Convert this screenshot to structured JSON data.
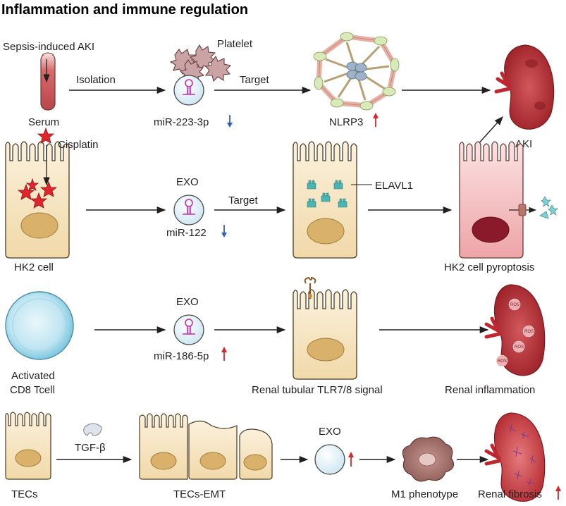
{
  "title": "Inflammation and immune regulation",
  "colors": {
    "cell_fill": "#f7e6c2",
    "cell_stroke": "#4a3a22",
    "nucleus": "#d9b16a",
    "kidney": "#b8282e",
    "exosome": "#d7ecf5",
    "hairpin": "#c22fb3",
    "down_arrow": "#2e5fbf",
    "up_arrow": "#d7262c",
    "pyroptosis_cell": "#f2b8ba",
    "elavl1": "#4bb5b2"
  },
  "row1": {
    "source_label": "Sepsis-induced AKI",
    "serum_label": "Serum",
    "step1_label": "Isolation",
    "platelet_label": "Platelet",
    "mirna_label": "miR-223-3p",
    "mirna_trend": "down",
    "step2_label": "Target",
    "target_label": "NLRP3",
    "target_trend": "up"
  },
  "row2": {
    "stimulus_label": "Cisplatin",
    "cell_label": "HK2 cell",
    "exo_label": "EXO",
    "mirna_label": "miR-122",
    "mirna_trend": "down",
    "step_label": "Target",
    "protein_label": "ELAVL1",
    "outcome_label": "HK2 cell pyroptosis",
    "final_label": "AKI"
  },
  "row3": {
    "cell_label_1": "Activated",
    "cell_label_2": "CD8 Tcell",
    "exo_label": "EXO",
    "mirna_label": "miR-186-5p",
    "mirna_trend": "up",
    "signal_label": "Renal tubular TLR7/8 signal",
    "ros_label": "ROS",
    "outcome_label": "Renal inflammation"
  },
  "row4": {
    "cell_label": "TECs",
    "factor_label": "TGF-β",
    "emt_label": "TECs-EMT",
    "exo_label": "EXO",
    "exo_trend": "up",
    "phenotype_label": "M1 phenotype",
    "outcome_label": "Renal fibrosis",
    "outcome_trend": "up"
  }
}
